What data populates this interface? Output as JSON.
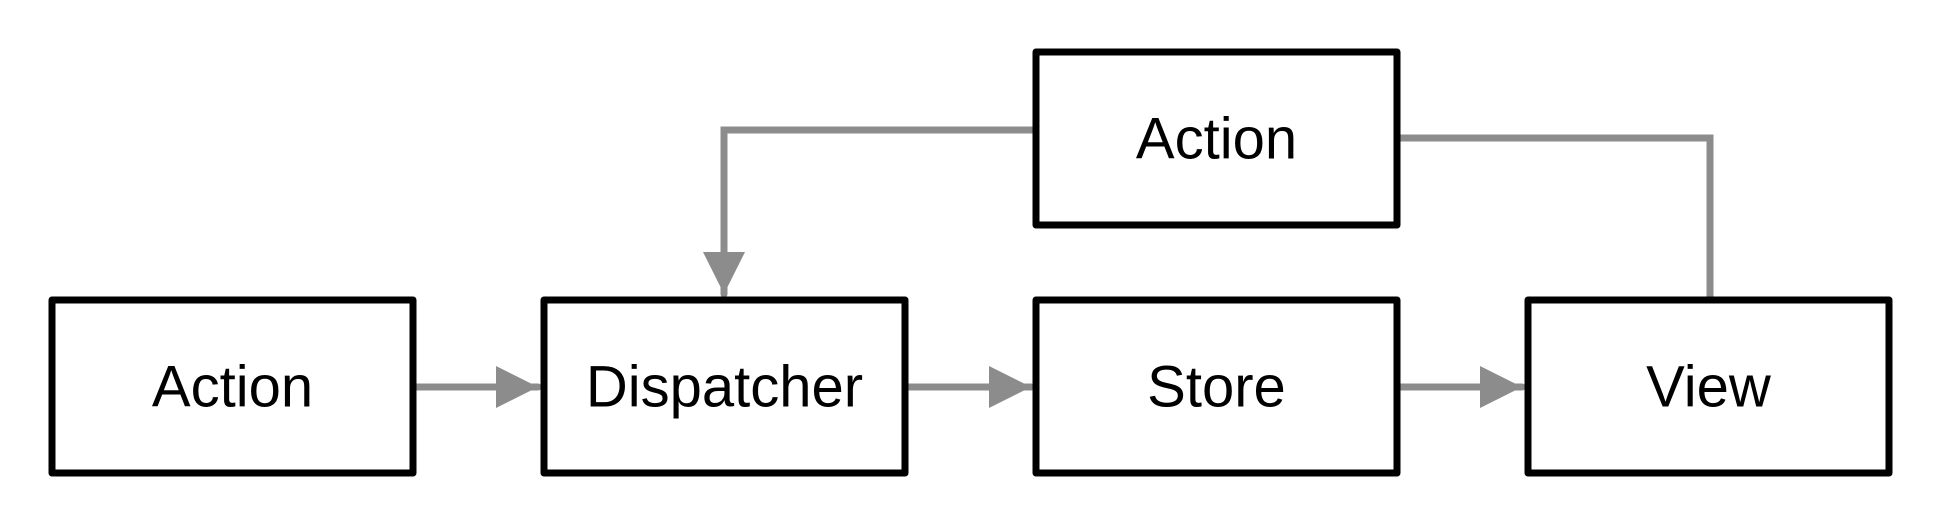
{
  "colors": {
    "node_border": "#000000",
    "node_fill": "#ffffff",
    "label": "#000000",
    "edge": "#8c8c8c"
  },
  "nodes": {
    "action_left": {
      "label": "Action"
    },
    "dispatcher": {
      "label": "Dispatcher"
    },
    "store": {
      "label": "Store"
    },
    "view": {
      "label": "View"
    },
    "action_top": {
      "label": "Action"
    }
  },
  "edges": [
    {
      "from": "action_left",
      "to": "dispatcher"
    },
    {
      "from": "dispatcher",
      "to": "store"
    },
    {
      "from": "store",
      "to": "view"
    },
    {
      "from": "view",
      "to": "action_top"
    },
    {
      "from": "action_top",
      "to": "dispatcher"
    }
  ]
}
